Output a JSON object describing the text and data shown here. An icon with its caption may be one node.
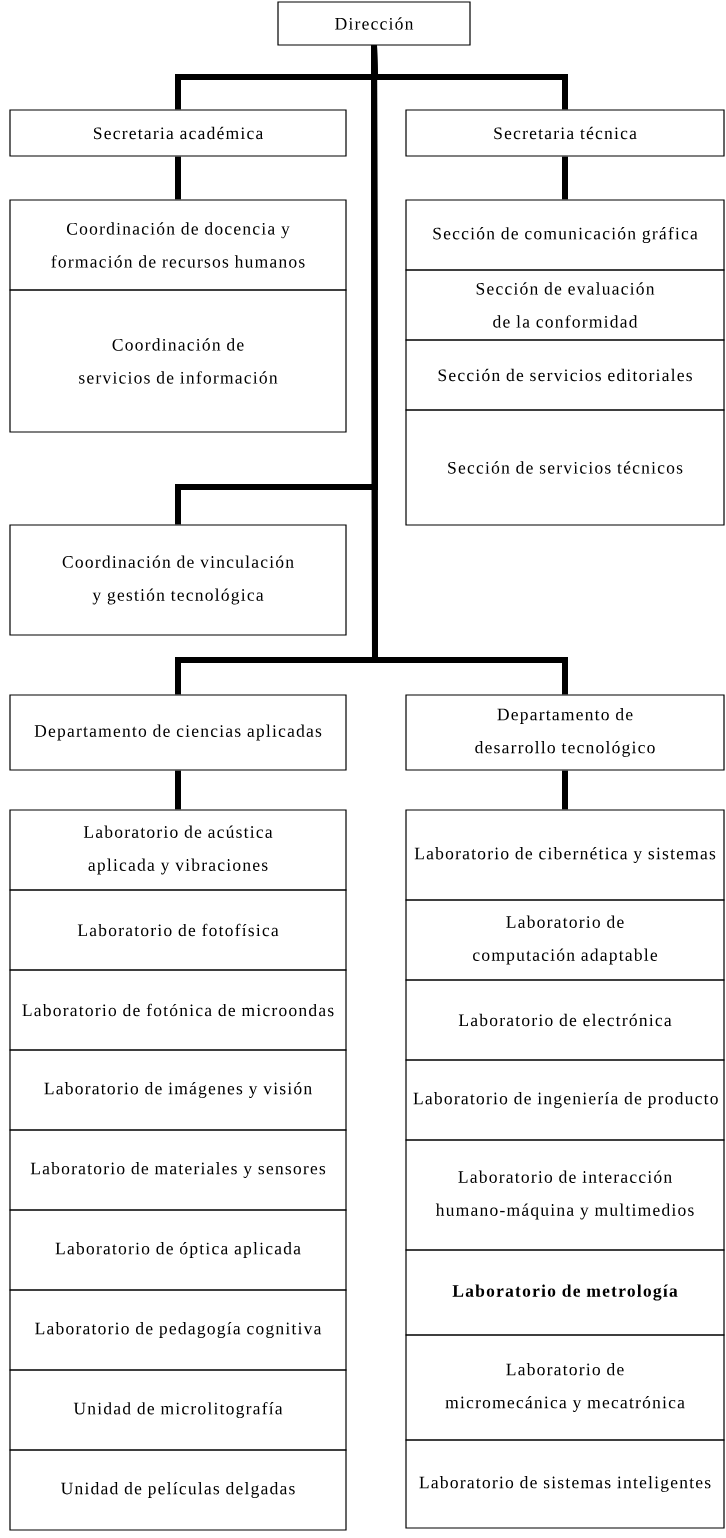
{
  "diagram": {
    "nodes": [
      {
        "text": [
          "Dirección"
        ]
      },
      {
        "text": [
          "Secretaria académica"
        ]
      },
      {
        "text": [
          "Secretaria técnica"
        ]
      },
      {
        "text": [
          "Coordinación de docencia y formación de recursos humanos"
        ]
      },
      {
        "text": [
          "Coordinación de servicios de información"
        ]
      },
      {
        "text": [
          "Sección de comunicación gráfica"
        ]
      },
      {
        "text": [
          "Sección de evaluación de la conformidad"
        ]
      },
      {
        "text": [
          "Sección de servicios editoriales"
        ]
      },
      {
        "text": [
          "Sección de servicios técnicos"
        ]
      },
      {
        "text": [
          "Coordinación de vinculación y gestión tecnológica"
        ]
      },
      {
        "text": [
          "Departamento de ciencias aplicadas"
        ]
      },
      {
        "text": [
          "Departamento de desarrollo tecnológico"
        ]
      },
      {
        "text": [
          "Laboratorio de acústica aplicada y vibraciones"
        ]
      },
      {
        "text": [
          "Laboratorio de fotofísica"
        ]
      },
      {
        "text": [
          "Laboratorio de fotónica de microondas"
        ]
      },
      {
        "text": [
          "Laboratorio de imágenes y visión"
        ]
      },
      {
        "text": [
          "Laboratorio de materiales y sensores"
        ]
      },
      {
        "text": [
          "Laboratorio de óptica aplicada"
        ]
      },
      {
        "text": [
          "Laboratorio de pedagogía cognitiva"
        ]
      },
      {
        "text": [
          "Unidad de microlitografía"
        ]
      },
      {
        "text": [
          "Unidad de películas delgadas"
        ]
      },
      {
        "text": [
          "Laboratorio de cibernética y sistemas"
        ]
      },
      {
        "text": [
          "Laboratorio de computación adaptable"
        ]
      },
      {
        "text": [
          "Laboratorio de electrónica"
        ]
      },
      {
        "text": [
          "Laboratorio de ingeniería de producto"
        ]
      },
      {
        "text": [
          "Laboratorio de interacción humano-máquina y multimedios"
        ]
      },
      {
        "text": [
          "Laboratorio de metrología"
        ]
      },
      {
        "text": [
          "Laboratorio de micromecánica y mecatrónica"
        ]
      },
      {
        "text": [
          "Laboratorio de sistemas inteligentes"
        ]
      }
    ],
    "edges": [
      {
        "from": 0,
        "to": 1,
        "arrow": "none"
      },
      {
        "from": 0,
        "to": 2,
        "arrow": "none"
      },
      {
        "from": 1,
        "to": 3,
        "arrow": "none"
      },
      {
        "from": 2,
        "to": 5,
        "arrow": "none"
      },
      {
        "from": 0,
        "to": 9,
        "arrow": "none"
      },
      {
        "from": 0,
        "to": 10,
        "arrow": "none"
      },
      {
        "from": 0,
        "to": 11,
        "arrow": "none"
      },
      {
        "from": 10,
        "to": 12,
        "arrow": "none"
      },
      {
        "from": 11,
        "to": 21,
        "arrow": "none"
      }
    ]
  }
}
